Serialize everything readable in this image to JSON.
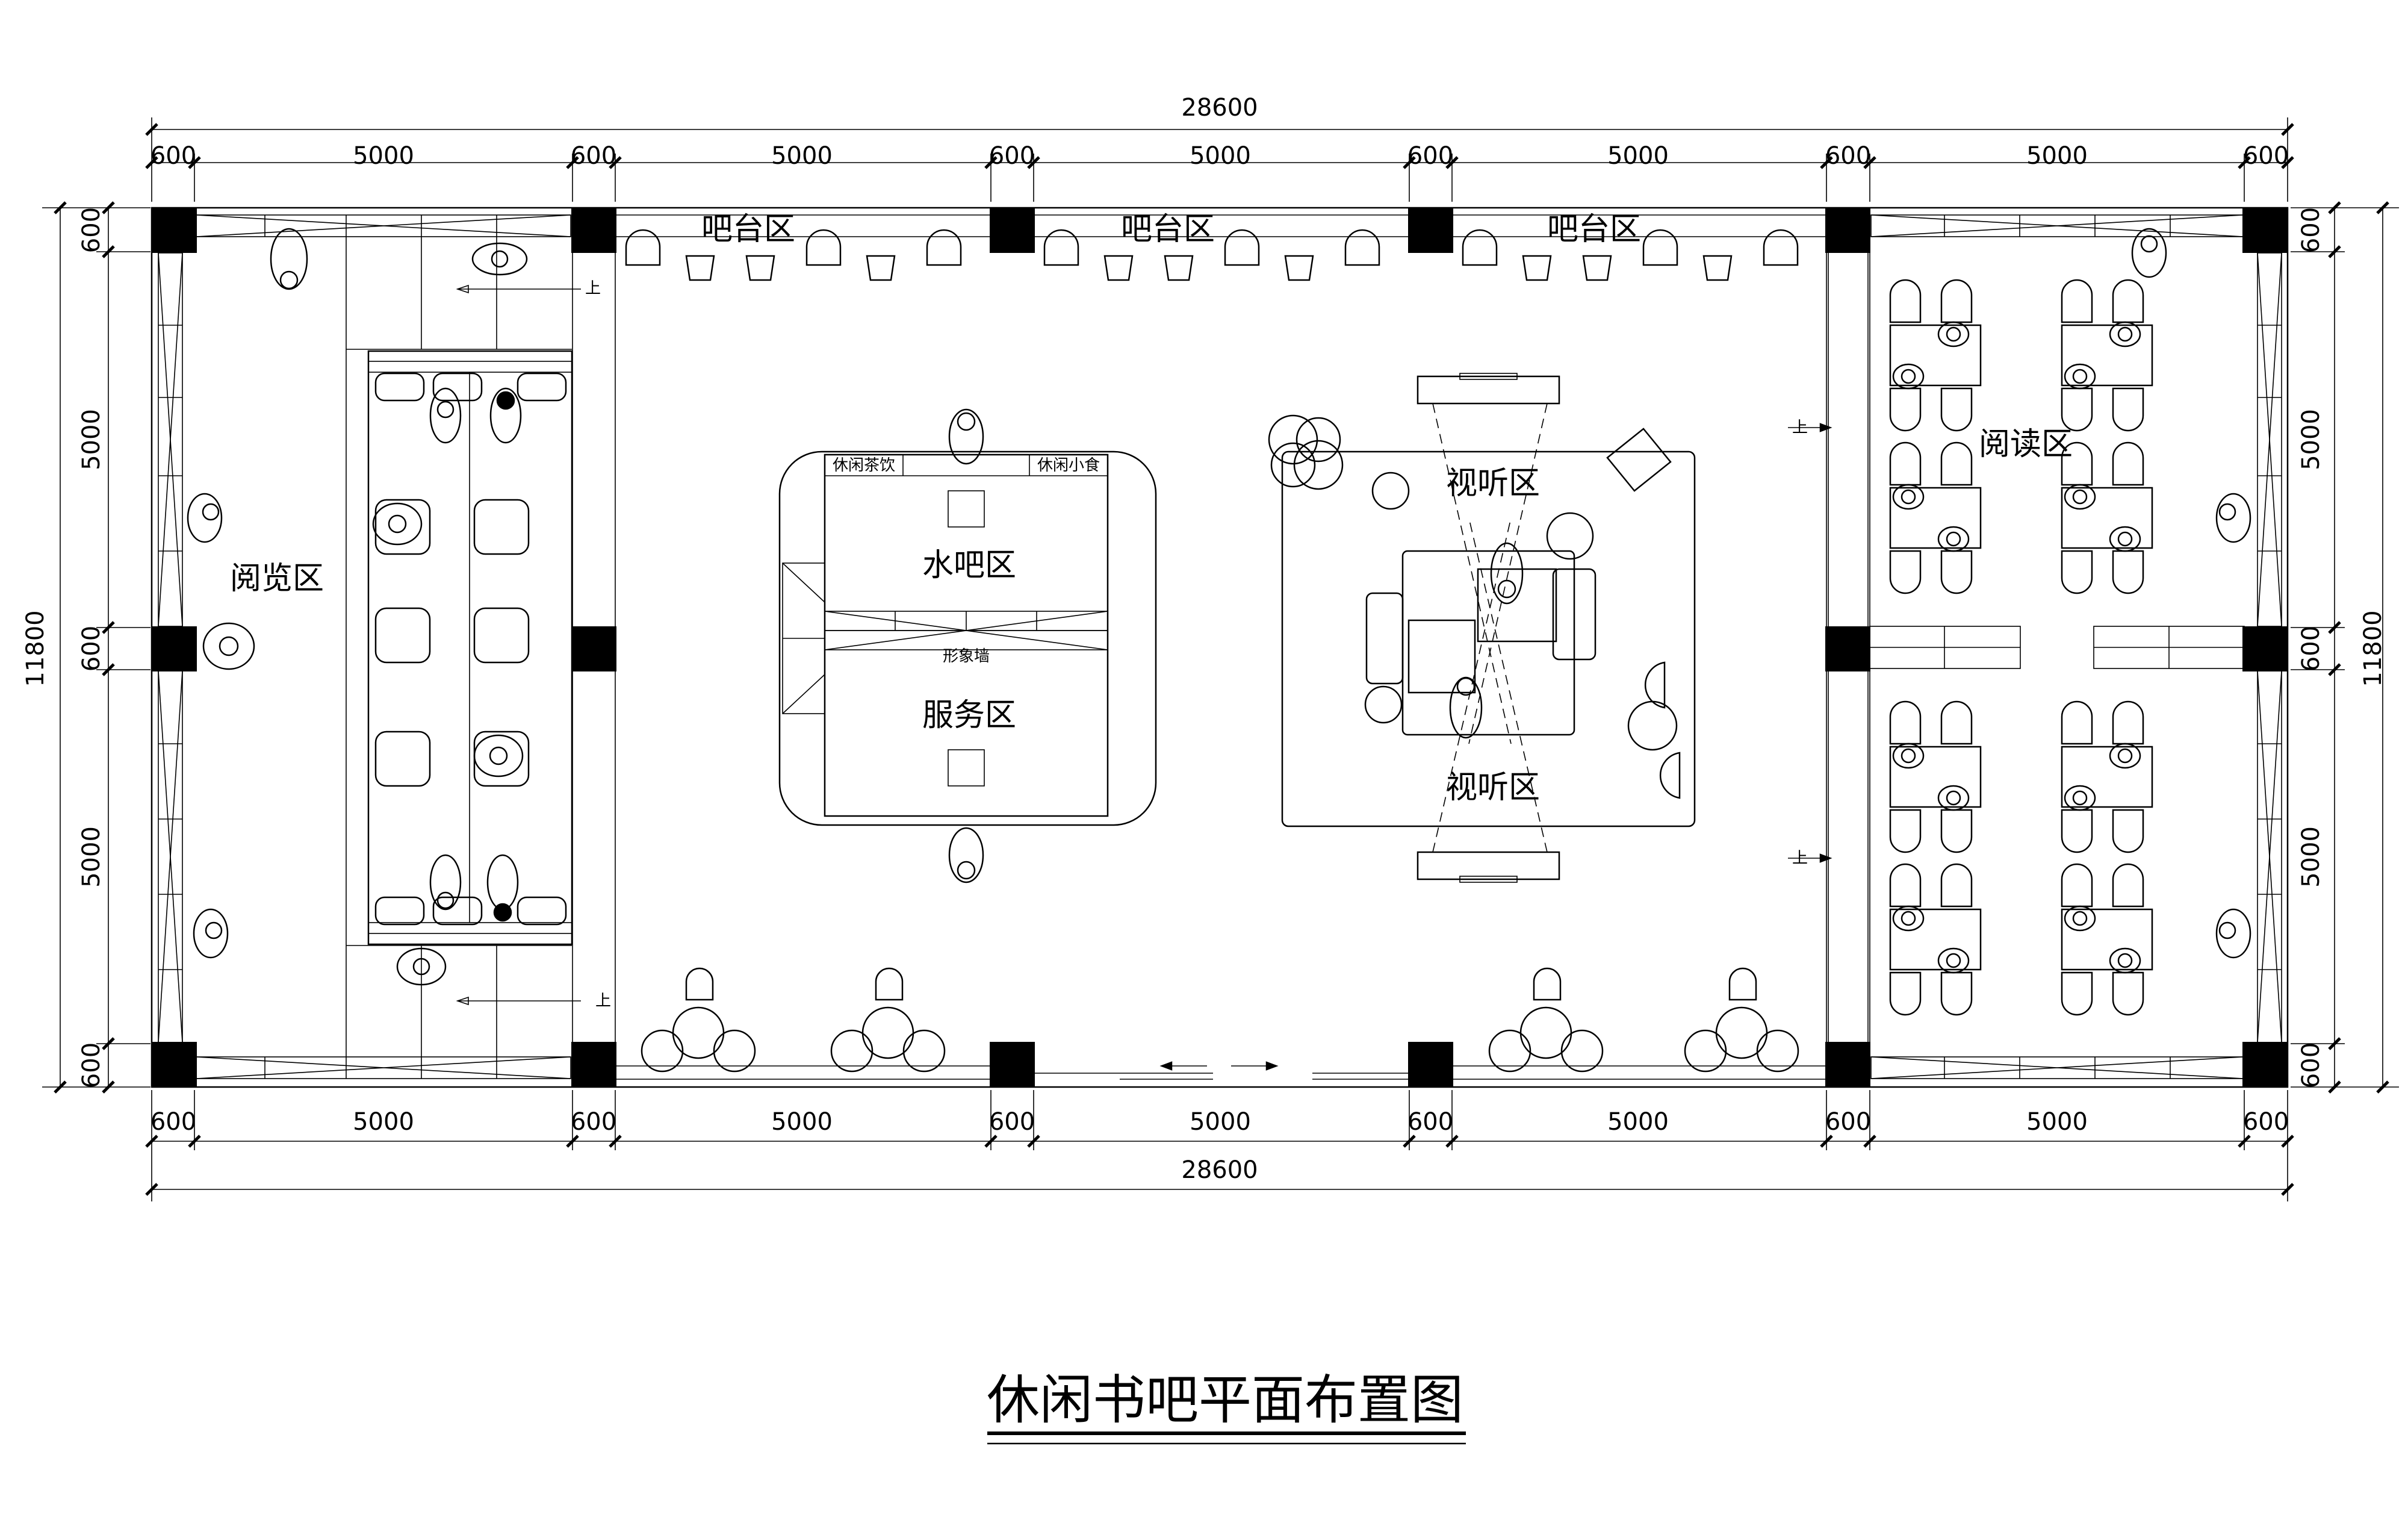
{
  "title": "休闲书吧平面布置图",
  "dimensions": {
    "overall_width": "28600",
    "overall_height": "11800",
    "horizontal_segments": [
      "600",
      "5000",
      "600",
      "5000",
      "600",
      "5000",
      "600",
      "5000",
      "600",
      "5000",
      "600"
    ],
    "vertical_segments": [
      "600",
      "5000",
      "600",
      "5000",
      "600"
    ]
  },
  "zones": {
    "browse": "阅览区",
    "bar_1": "吧台区",
    "bar_2": "吧台区",
    "bar_3": "吧台区",
    "water_bar": "水吧区",
    "service": "服务区",
    "image_wall": "形象墙",
    "leisure_tea": "休闲茶饮",
    "leisure_snack": "休闲小食",
    "av_1": "视听区",
    "av_2": "视听区",
    "reading": "阅读区"
  },
  "stair_labels": [
    "上",
    "上",
    "上",
    "上"
  ]
}
